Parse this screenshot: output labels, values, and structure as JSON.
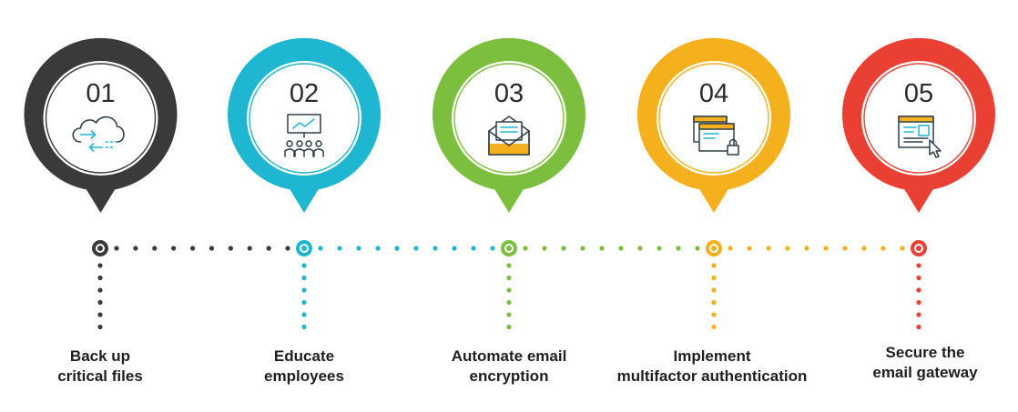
{
  "steps": [
    {
      "number": "01",
      "icon": "cloud-backup-icon",
      "color": "#3a3a3a",
      "label_line1": "Back up",
      "label_line2": "critical files"
    },
    {
      "number": "02",
      "icon": "presentation-icon",
      "color": "#1fb6d1",
      "label_line1": "Educate",
      "label_line2": "employees"
    },
    {
      "number": "03",
      "icon": "email-envelope-icon",
      "color": "#7cbf3f",
      "label_line1": "Automate email",
      "label_line2": "encryption"
    },
    {
      "number": "04",
      "icon": "window-lock-icon",
      "color": "#f5b01e",
      "label_line1": "Implement",
      "label_line2": "multifactor authentication"
    },
    {
      "number": "05",
      "icon": "browser-cursor-icon",
      "color": "#ea4034",
      "label_line1": "Secure the",
      "label_line2": "email gateway"
    }
  ],
  "icon_colors": {
    "outline": "#2f3e4a",
    "accent_blue": "#1fb6d1",
    "accent_yellow": "#f5b01e"
  }
}
